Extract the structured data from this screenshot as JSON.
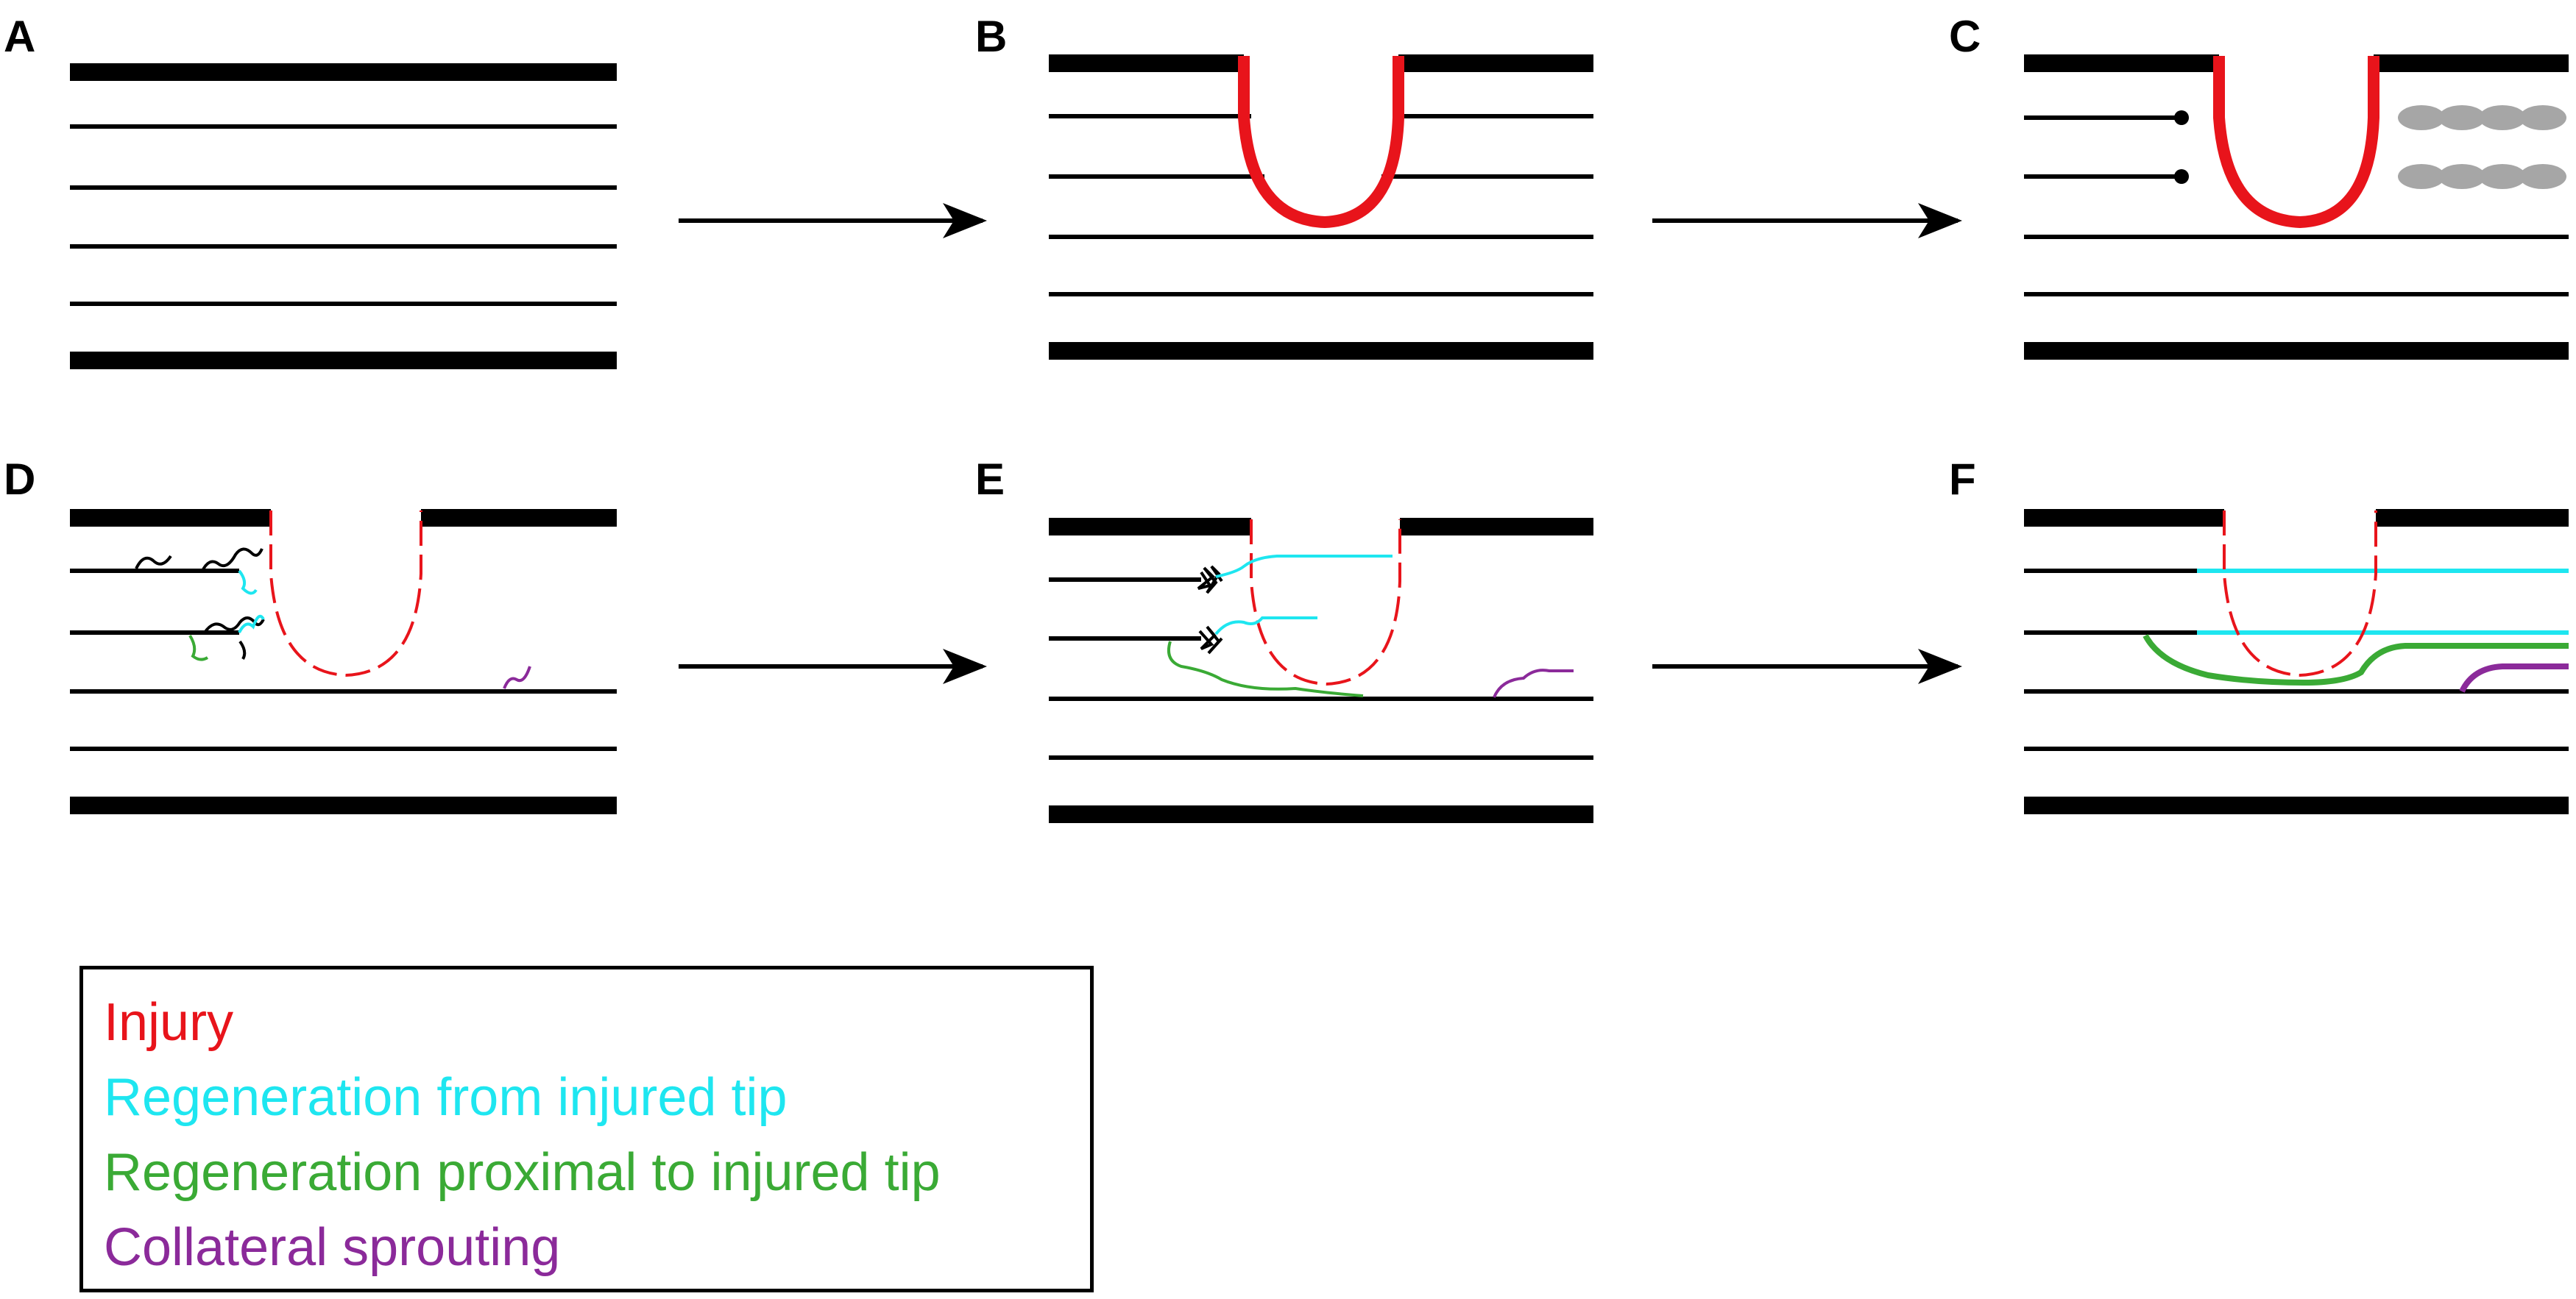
{
  "panels": {
    "a": {
      "label": "A"
    },
    "b": {
      "label": "B"
    },
    "c": {
      "label": "C"
    },
    "d": {
      "label": "D"
    },
    "e": {
      "label": "E"
    },
    "f": {
      "label": "F"
    }
  },
  "legend": {
    "items": [
      {
        "label": "Injury",
        "color": "#e8141b"
      },
      {
        "label": "Regeneration from injured tip",
        "color": "#1ee6f0"
      },
      {
        "label": "Regeneration proximal to injured tip",
        "color": "#3aaa35"
      },
      {
        "label": "Collateral sprouting",
        "color": "#8b2a9a"
      }
    ]
  },
  "colors": {
    "injury": "#e8141b",
    "regen_tip": "#1ee6f0",
    "regen_proximal": "#3aaa35",
    "collateral": "#8b2a9a",
    "degenerating_fragments": "#a6a6a6",
    "axon": "#000000"
  }
}
